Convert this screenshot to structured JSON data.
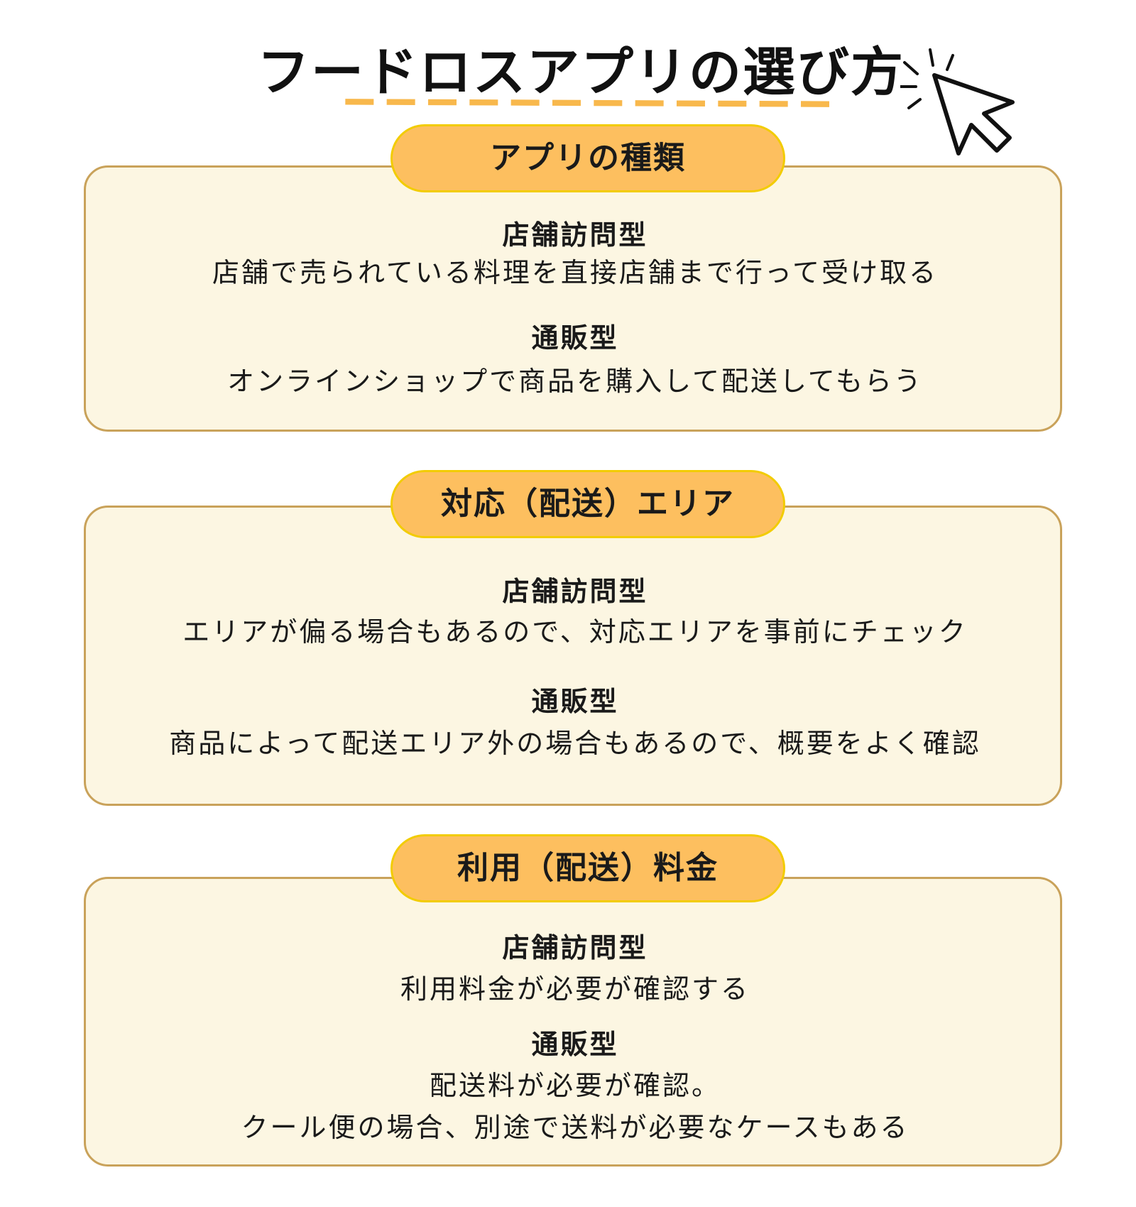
{
  "title": "フードロスアプリの選び方",
  "colors": {
    "pill_fill": "#fdbf5f",
    "pill_border": "#f2cc00",
    "card_fill": "#fcf6e2",
    "card_border": "#c9a25a",
    "underline": "#f8b84c"
  },
  "icons": [
    "cursor-arrow-icon",
    "sparkle-lines-icon"
  ],
  "sections": [
    {
      "heading": "アプリの種類",
      "items": [
        {
          "title": "店舗訪問型",
          "lines": [
            "店舗で売られている料理を直接店舗まで行って受け取る"
          ]
        },
        {
          "title": "通販型",
          "lines": [
            "オンラインショップで商品を購入して配送してもらう"
          ]
        }
      ]
    },
    {
      "heading": "対応（配送）エリア",
      "items": [
        {
          "title": "店舗訪問型",
          "lines": [
            "エリアが偏る場合もあるので、対応エリアを事前にチェック"
          ]
        },
        {
          "title": "通販型",
          "lines": [
            "商品によって配送エリア外の場合もあるので、概要をよく確認"
          ]
        }
      ]
    },
    {
      "heading": "利用（配送）料金",
      "items": [
        {
          "title": "店舗訪問型",
          "lines": [
            "利用料金が必要が確認する"
          ]
        },
        {
          "title": "通販型",
          "lines": [
            "配送料が必要が確認。",
            "クール便の場合、別途で送料が必要なケースもある"
          ]
        }
      ]
    }
  ]
}
